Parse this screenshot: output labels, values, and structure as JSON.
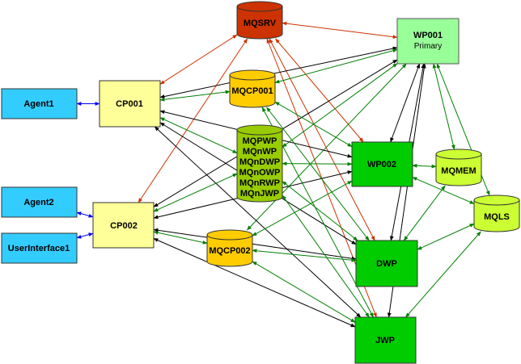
{
  "diagram": {
    "title": "",
    "colors": {
      "agent": "#33CCFF",
      "cp": "#FFFF99",
      "mqsrv": "#CC3300",
      "mqcp": "#FFCC00",
      "mqpwp": "#99CC00",
      "wp_primary": "#99FF99",
      "wp": "#00CC00",
      "mqmem": "#CCFF33",
      "edge_black": "#000000",
      "edge_green": "#008000",
      "edge_red": "#CC3300",
      "edge_blue": "#0000FF"
    },
    "nodes": {
      "agent1": {
        "label": "Agent1"
      },
      "agent2": {
        "label": "Agent2"
      },
      "ui1": {
        "label": "UserInterface1"
      },
      "cp001": {
        "label": "CP001"
      },
      "cp002": {
        "label": "CP002"
      },
      "mqsrv": {
        "label": "MQSRV"
      },
      "mqcp001": {
        "label": "MQCP001"
      },
      "mqcp002": {
        "label": "MQCP002"
      },
      "mqpwp": {
        "lines": [
          "MQPWP",
          "MQnWP",
          "MQnDWP",
          "MQnOWP",
          "MQnRWP",
          "MQnJWP"
        ]
      },
      "wp001": {
        "label": "WP001",
        "sublabel": "Primary"
      },
      "wp002": {
        "label": "WP002"
      },
      "mqmem": {
        "label": "MQMEM"
      },
      "mqls": {
        "label": "MQLS"
      },
      "dwp": {
        "label": "DWP"
      },
      "jwp": {
        "label": "JWP"
      }
    },
    "edges": [
      {
        "from": "agent1",
        "to": "cp001",
        "color": "blue",
        "dir": "both"
      },
      {
        "from": "agent2",
        "to": "cp002",
        "color": "blue",
        "dir": "both"
      },
      {
        "from": "ui1",
        "to": "cp002",
        "color": "blue",
        "dir": "both"
      },
      {
        "from": "mqsrv",
        "to": "cp001",
        "color": "red",
        "dir": "both"
      },
      {
        "from": "mqsrv",
        "to": "cp002",
        "color": "red",
        "dir": "both"
      },
      {
        "from": "mqsrv",
        "to": "wp001",
        "color": "red",
        "dir": "both"
      },
      {
        "from": "mqsrv",
        "to": "wp002",
        "color": "red",
        "dir": "both"
      },
      {
        "from": "mqsrv",
        "to": "dwp",
        "color": "red",
        "dir": "both"
      },
      {
        "from": "mqsrv",
        "to": "jwp",
        "color": "red",
        "dir": "both"
      },
      {
        "from": "wp001",
        "to": "cp001",
        "color": "black",
        "dir": "both"
      },
      {
        "from": "wp001",
        "to": "cp002",
        "color": "black",
        "dir": "both"
      },
      {
        "from": "wp001",
        "to": "mqcp001",
        "color": "green",
        "dir": "both"
      },
      {
        "from": "wp001",
        "to": "mqpwp",
        "color": "green",
        "dir": "both"
      },
      {
        "from": "wp001",
        "to": "mqcp002",
        "color": "green",
        "dir": "both"
      },
      {
        "from": "wp001",
        "to": "wp002",
        "color": "black",
        "dir": "both"
      },
      {
        "from": "wp001",
        "to": "dwp",
        "color": "black",
        "dir": "both"
      },
      {
        "from": "wp001",
        "to": "jwp",
        "color": "black",
        "dir": "both"
      },
      {
        "from": "wp001",
        "to": "mqmem",
        "color": "green",
        "dir": "both"
      },
      {
        "from": "wp001",
        "to": "mqls",
        "color": "green",
        "dir": "both"
      },
      {
        "from": "cp001",
        "to": "mqcp001",
        "color": "green",
        "dir": "both"
      },
      {
        "from": "cp001",
        "to": "mqpwp",
        "color": "green",
        "dir": "both"
      },
      {
        "from": "cp001",
        "to": "wp002",
        "color": "black",
        "dir": "both"
      },
      {
        "from": "cp001",
        "to": "dwp",
        "color": "black",
        "dir": "both"
      },
      {
        "from": "cp001",
        "to": "jwp",
        "color": "black",
        "dir": "both"
      },
      {
        "from": "cp002",
        "to": "mqpwp",
        "color": "green",
        "dir": "both"
      },
      {
        "from": "cp002",
        "to": "mqcp002",
        "color": "green",
        "dir": "both"
      },
      {
        "from": "cp002",
        "to": "wp002",
        "color": "black",
        "dir": "both"
      },
      {
        "from": "cp002",
        "to": "dwp",
        "color": "black",
        "dir": "both"
      },
      {
        "from": "cp002",
        "to": "jwp",
        "color": "black",
        "dir": "both"
      },
      {
        "from": "mqcp001",
        "to": "wp002",
        "color": "green",
        "dir": "both"
      },
      {
        "from": "mqcp001",
        "to": "dwp",
        "color": "green",
        "dir": "both"
      },
      {
        "from": "mqcp001",
        "to": "jwp",
        "color": "green",
        "dir": "both"
      },
      {
        "from": "mqpwp",
        "to": "wp002",
        "color": "green",
        "dir": "both"
      },
      {
        "from": "mqpwp",
        "to": "dwp",
        "color": "green",
        "dir": "both"
      },
      {
        "from": "mqpwp",
        "to": "jwp",
        "color": "green",
        "dir": "both"
      },
      {
        "from": "mqcp002",
        "to": "wp002",
        "color": "green",
        "dir": "both"
      },
      {
        "from": "mqcp002",
        "to": "dwp",
        "color": "green",
        "dir": "both"
      },
      {
        "from": "mqcp002",
        "to": "jwp",
        "color": "green",
        "dir": "both"
      },
      {
        "from": "wp002",
        "to": "mqmem",
        "color": "green",
        "dir": "both"
      },
      {
        "from": "wp002",
        "to": "mqls",
        "color": "green",
        "dir": "both"
      },
      {
        "from": "dwp",
        "to": "mqmem",
        "color": "green",
        "dir": "both"
      },
      {
        "from": "dwp",
        "to": "mqls",
        "color": "green",
        "dir": "both"
      },
      {
        "from": "jwp",
        "to": "mqls",
        "color": "green",
        "dir": "both"
      }
    ]
  }
}
